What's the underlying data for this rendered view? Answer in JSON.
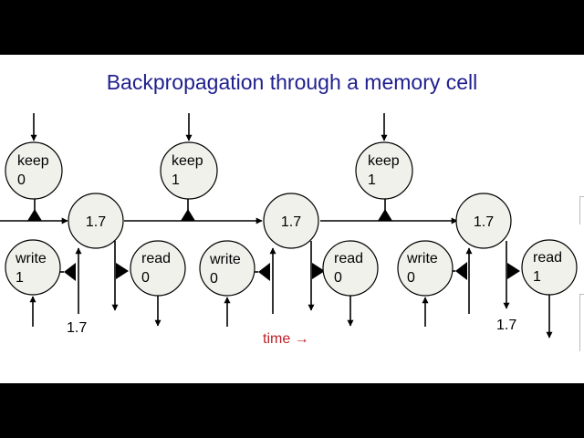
{
  "slide": {
    "title": "Backpropagation through a memory cell",
    "time_label": "time →",
    "time_color": "#c0202a",
    "title_color": "#1f1f8f",
    "node_fill": "#f1f1ec"
  },
  "steps": [
    {
      "keep": {
        "label": "keep",
        "value": "0"
      },
      "cell": {
        "value": "1.7"
      },
      "write": {
        "label": "write",
        "value": "1"
      },
      "read": {
        "label": "read",
        "value": "0"
      },
      "bottom_value": "1.7"
    },
    {
      "keep": {
        "label": "keep",
        "value": "1"
      },
      "cell": {
        "value": "1.7"
      },
      "write": {
        "label": "write",
        "value": "0"
      },
      "read": {
        "label": "read",
        "value": "0"
      },
      "bottom_value": ""
    },
    {
      "keep": {
        "label": "keep",
        "value": "1"
      },
      "cell": {
        "value": "1.7"
      },
      "write": {
        "label": "write",
        "value": "0"
      },
      "read": {
        "label": "read",
        "value": "1"
      },
      "bottom_value": "1.7"
    }
  ]
}
